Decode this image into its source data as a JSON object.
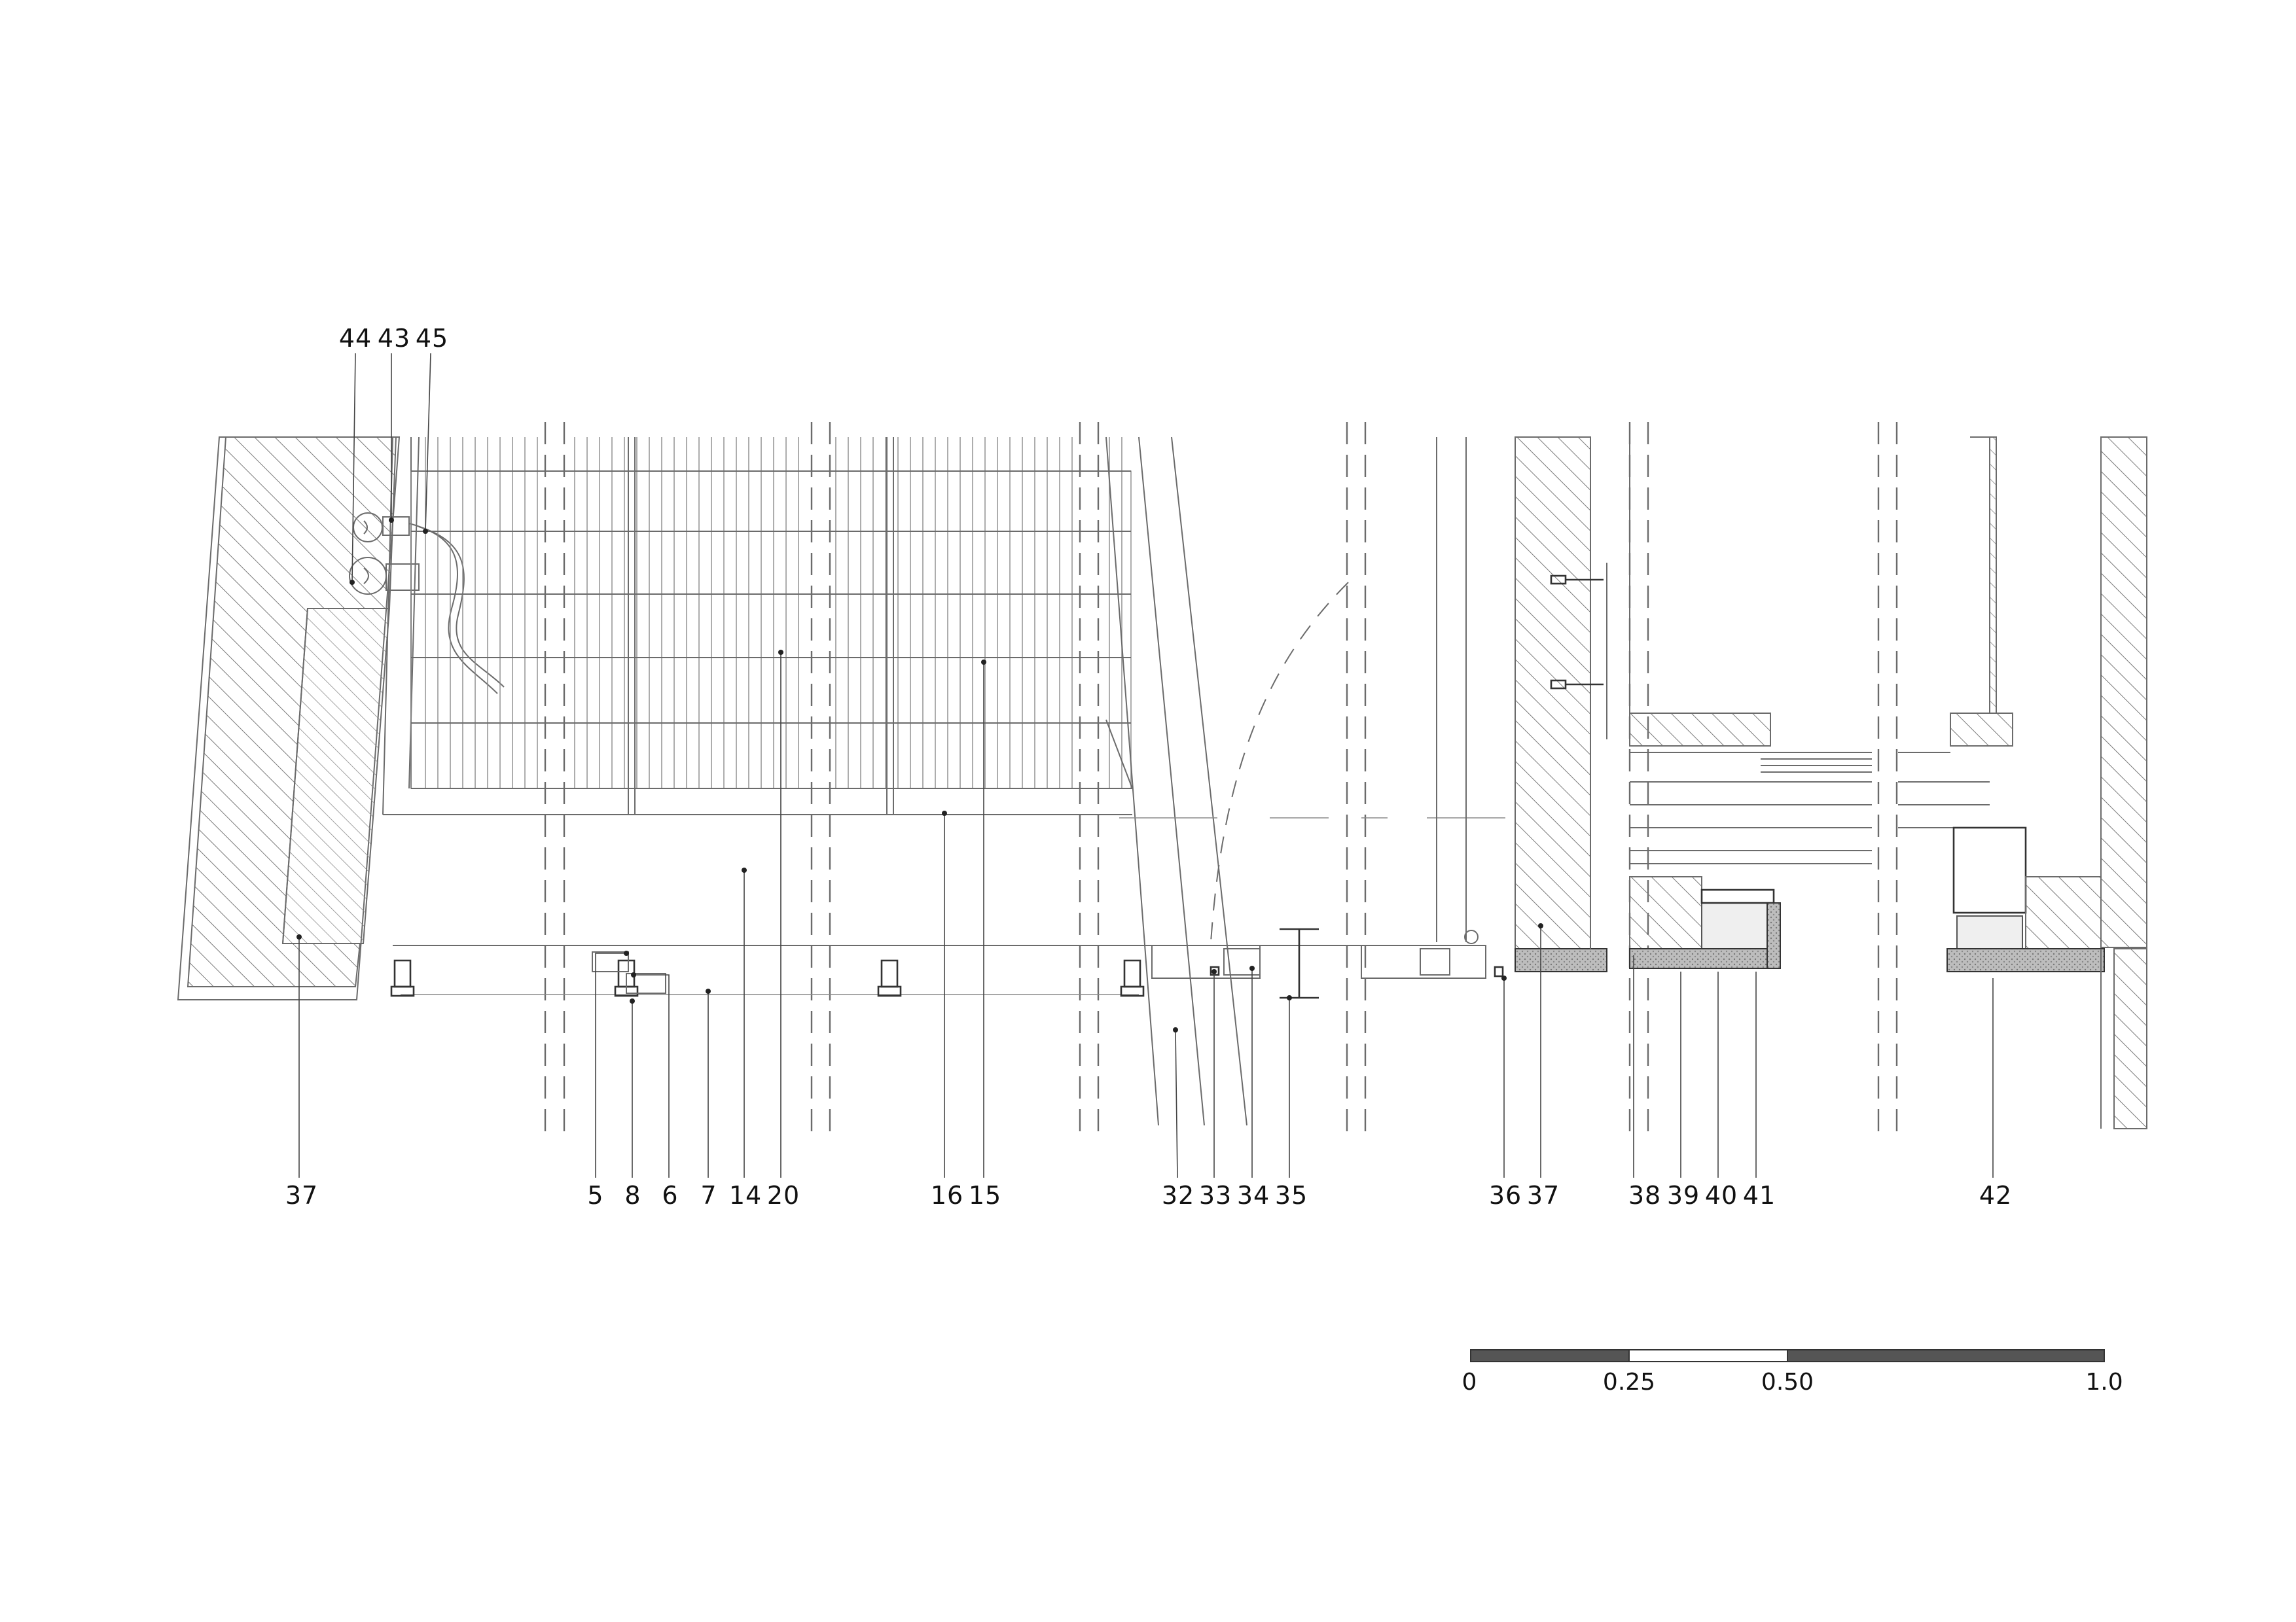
{
  "callouts_top": [
    {
      "id": "c44",
      "text": "44"
    },
    {
      "id": "c43",
      "text": "43"
    },
    {
      "id": "c45",
      "text": "45"
    }
  ],
  "callouts_bottom": [
    {
      "id": "c37a",
      "text": "37"
    },
    {
      "id": "c5",
      "text": "5"
    },
    {
      "id": "c8",
      "text": "8"
    },
    {
      "id": "c6",
      "text": "6"
    },
    {
      "id": "c7",
      "text": "7"
    },
    {
      "id": "c14",
      "text": "14"
    },
    {
      "id": "c20",
      "text": "20"
    },
    {
      "id": "c16",
      "text": "16"
    },
    {
      "id": "c15",
      "text": "15"
    },
    {
      "id": "c32",
      "text": "32"
    },
    {
      "id": "c33",
      "text": "33"
    },
    {
      "id": "c34",
      "text": "34"
    },
    {
      "id": "c35",
      "text": "35"
    },
    {
      "id": "c36",
      "text": "36"
    },
    {
      "id": "c37b",
      "text": "37"
    },
    {
      "id": "c38",
      "text": "38"
    },
    {
      "id": "c39",
      "text": "39"
    },
    {
      "id": "c40",
      "text": "40"
    },
    {
      "id": "c41",
      "text": "41"
    },
    {
      "id": "c42",
      "text": "42"
    }
  ],
  "scale_bar": {
    "labels": [
      "0",
      "0.25",
      "0.50",
      "1.0"
    ],
    "segments": [
      {
        "from": 0,
        "to": 0.25,
        "fill": "#555555"
      },
      {
        "from": 0.25,
        "to": 0.5,
        "fill": "#ffffff"
      },
      {
        "from": 0.5,
        "to": 1.0,
        "fill": "#555555"
      }
    ]
  },
  "colors": {
    "line": "#6b6b6b",
    "text": "#111111",
    "scale_dark": "#555555"
  }
}
